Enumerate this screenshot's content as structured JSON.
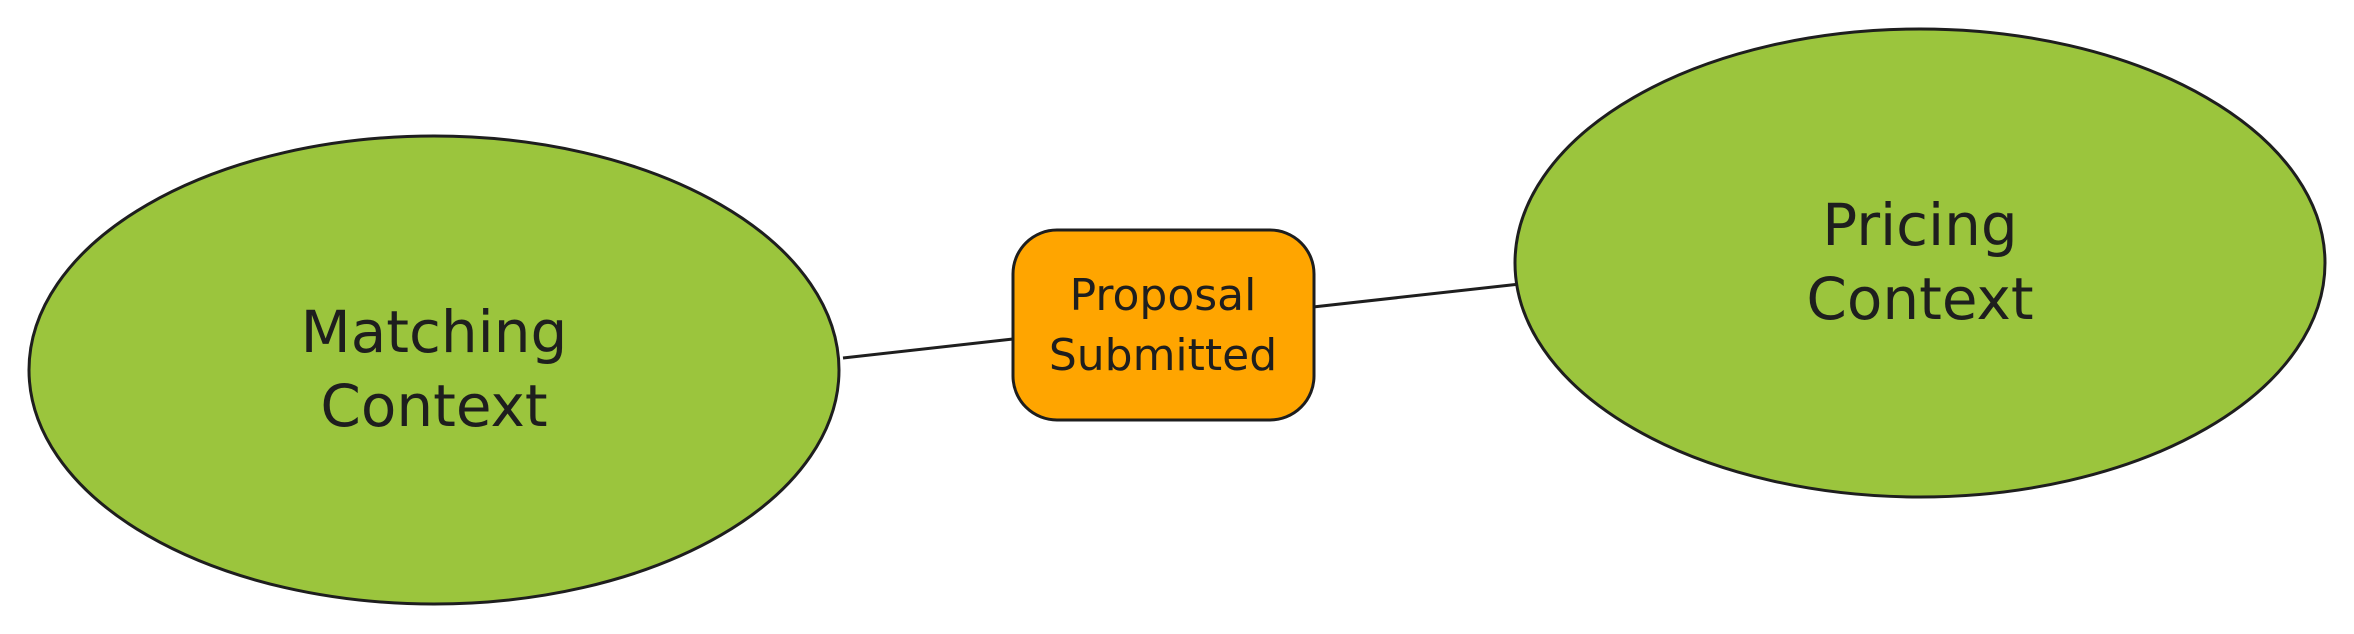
{
  "diagram": {
    "nodes": {
      "matching_context": {
        "label_lines": [
          "Matching",
          "Context"
        ],
        "shape": "ellipse",
        "fill_color": "#9bc53d"
      },
      "proposal_submitted": {
        "label_lines": [
          "Proposal",
          "Submitted"
        ],
        "shape": "rounded-rectangle",
        "fill_color": "#ffa500"
      },
      "pricing_context": {
        "label_lines": [
          "Pricing",
          "Context"
        ],
        "shape": "ellipse",
        "fill_color": "#9bc53d"
      }
    },
    "edges": [
      {
        "from": "matching_context",
        "to": "proposal_submitted"
      },
      {
        "from": "proposal_submitted",
        "to": "pricing_context"
      }
    ],
    "stroke_color": "#1e1e1e"
  }
}
